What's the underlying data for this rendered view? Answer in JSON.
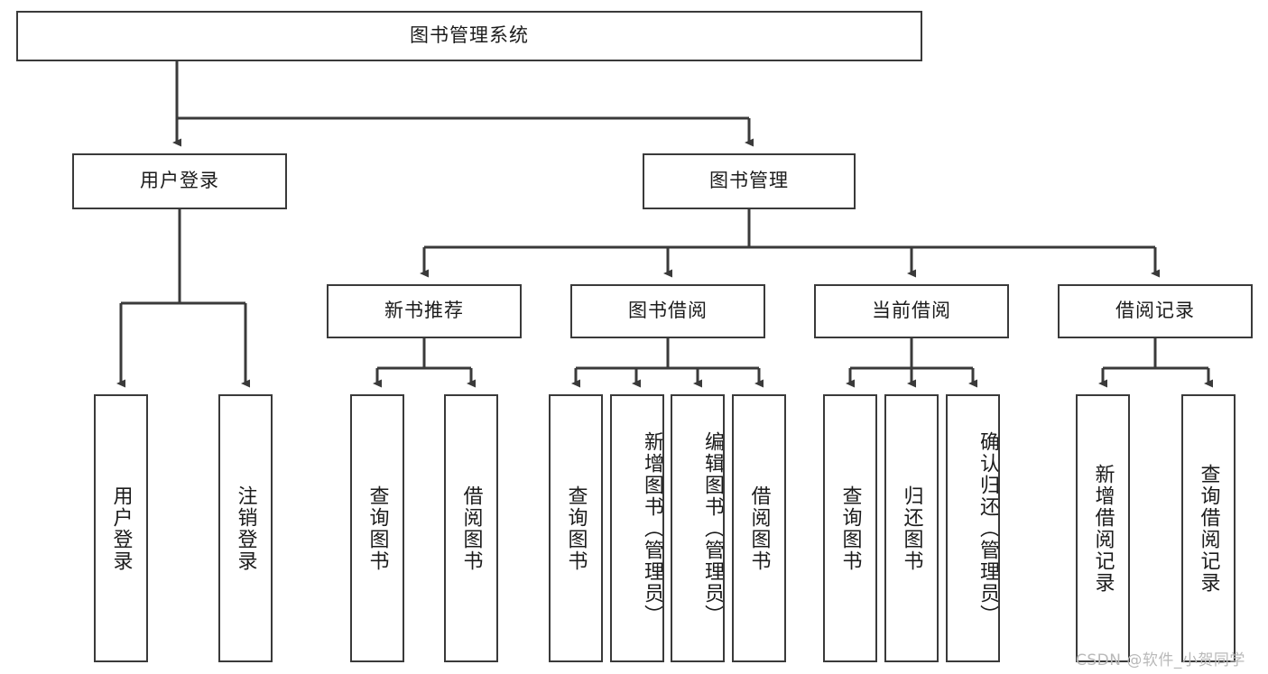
{
  "diagram": {
    "title": "图书管理系统",
    "type": "hierarchy-tree",
    "root": {
      "id": "root",
      "label": "图书管理系统"
    },
    "level2": [
      {
        "id": "user-login",
        "label": "用户登录"
      },
      {
        "id": "book-management",
        "label": "图书管理"
      }
    ],
    "level3": [
      {
        "id": "new-book-recommend",
        "label": "新书推荐"
      },
      {
        "id": "book-borrow",
        "label": "图书借阅"
      },
      {
        "id": "current-borrow",
        "label": "当前借阅"
      },
      {
        "id": "borrow-record",
        "label": "借阅记录"
      }
    ],
    "leaves": {
      "user_login": [
        {
          "id": "leaf-user-login",
          "label": "用户登录"
        },
        {
          "id": "leaf-logout",
          "label": "注销登录"
        }
      ],
      "new_book_recommend": [
        {
          "id": "leaf-query-book-1",
          "label": "查询图书"
        },
        {
          "id": "leaf-borrow-book-1",
          "label": "借阅图书"
        }
      ],
      "book_borrow": [
        {
          "id": "leaf-query-book-2",
          "label": "查询图书"
        },
        {
          "id": "leaf-add-book",
          "label": "新增图书（管理员）"
        },
        {
          "id": "leaf-edit-book",
          "label": "编辑图书（管理员）"
        },
        {
          "id": "leaf-borrow-book-2",
          "label": "借阅图书"
        }
      ],
      "current_borrow": [
        {
          "id": "leaf-query-book-3",
          "label": "查询图书"
        },
        {
          "id": "leaf-return-book",
          "label": "归还图书"
        },
        {
          "id": "leaf-confirm-return",
          "label": "确认归还（管理员）"
        }
      ],
      "borrow_record": [
        {
          "id": "leaf-add-record",
          "label": "新增借阅记录"
        },
        {
          "id": "leaf-query-record",
          "label": "查询借阅记录"
        }
      ]
    }
  },
  "watermark": {
    "text": "CSDN @软件_小贺同学"
  },
  "colors": {
    "border": "#3a3a3a",
    "background": "#ffffff",
    "text": "#1b1b1b",
    "connector": "#3a3a3a",
    "watermark": "#b9b9b9"
  }
}
